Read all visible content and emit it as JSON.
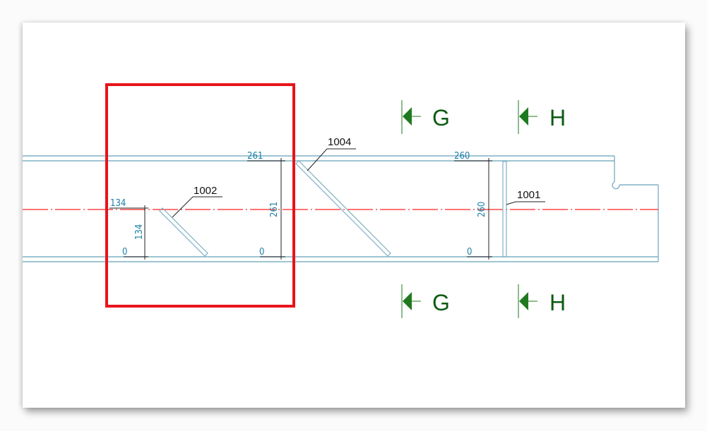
{
  "colors": {
    "beam": "#7fb0c4",
    "centerline": "#ff2020",
    "dimension_text": "#1a7fa8",
    "dimension_line": "#222222",
    "highlight_box": "#e8141b",
    "section_marker": "#1f7a1f",
    "section_text": "#0d5a12",
    "label_text": "#111111"
  },
  "dimensions": {
    "left_top": "134",
    "left_bottom": "0",
    "left_vertical": "134",
    "middle_top": "261",
    "middle_bottom": "0",
    "middle_vertical": "261",
    "right_top": "260",
    "right_bottom": "0",
    "right_vertical": "260"
  },
  "part_labels": {
    "brace_short": "1002",
    "brace_long": "1004",
    "stiffener": "1001"
  },
  "section_markers": {
    "top_left": "G",
    "top_right": "H",
    "bottom_left": "G",
    "bottom_right": "H"
  }
}
